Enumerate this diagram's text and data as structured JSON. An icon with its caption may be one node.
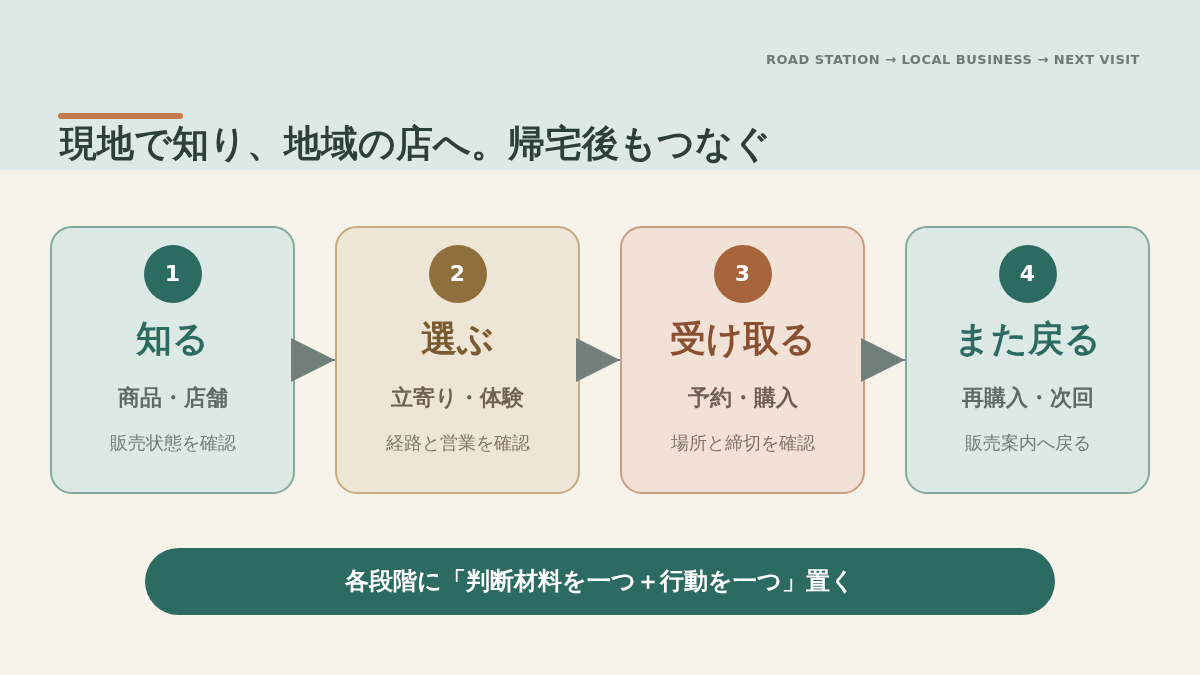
{
  "diagram": {
    "title": "現地で知り、地域の店へ。帰宅後もつなぐ",
    "nodes": [
      {
        "text": [
          "1",
          "知る",
          "商品・店舗",
          "販売状態を確認"
        ]
      },
      {
        "text": [
          "2",
          "選ぶ",
          "立寄り・体験",
          "経路と営業を確認"
        ]
      },
      {
        "text": [
          "3",
          "受け取る",
          "予約・購入",
          "場所と締切を確認"
        ]
      },
      {
        "text": [
          "4",
          "また戻る",
          "再購入・次回",
          "販売案内へ戻る"
        ]
      },
      {
        "text": [
          "各段階に「判断材料を一つ＋行動を一つ」置く"
        ]
      }
    ],
    "edges": [
      {
        "from": 0,
        "to": 1,
        "arrow": "to"
      },
      {
        "from": 1,
        "to": 2,
        "arrow": "to"
      },
      {
        "from": 2,
        "to": 3,
        "arrow": "to"
      }
    ],
    "labels": [
      "ROAD STATION → LOCAL BUSINESS → NEXT VISIT"
    ]
  }
}
